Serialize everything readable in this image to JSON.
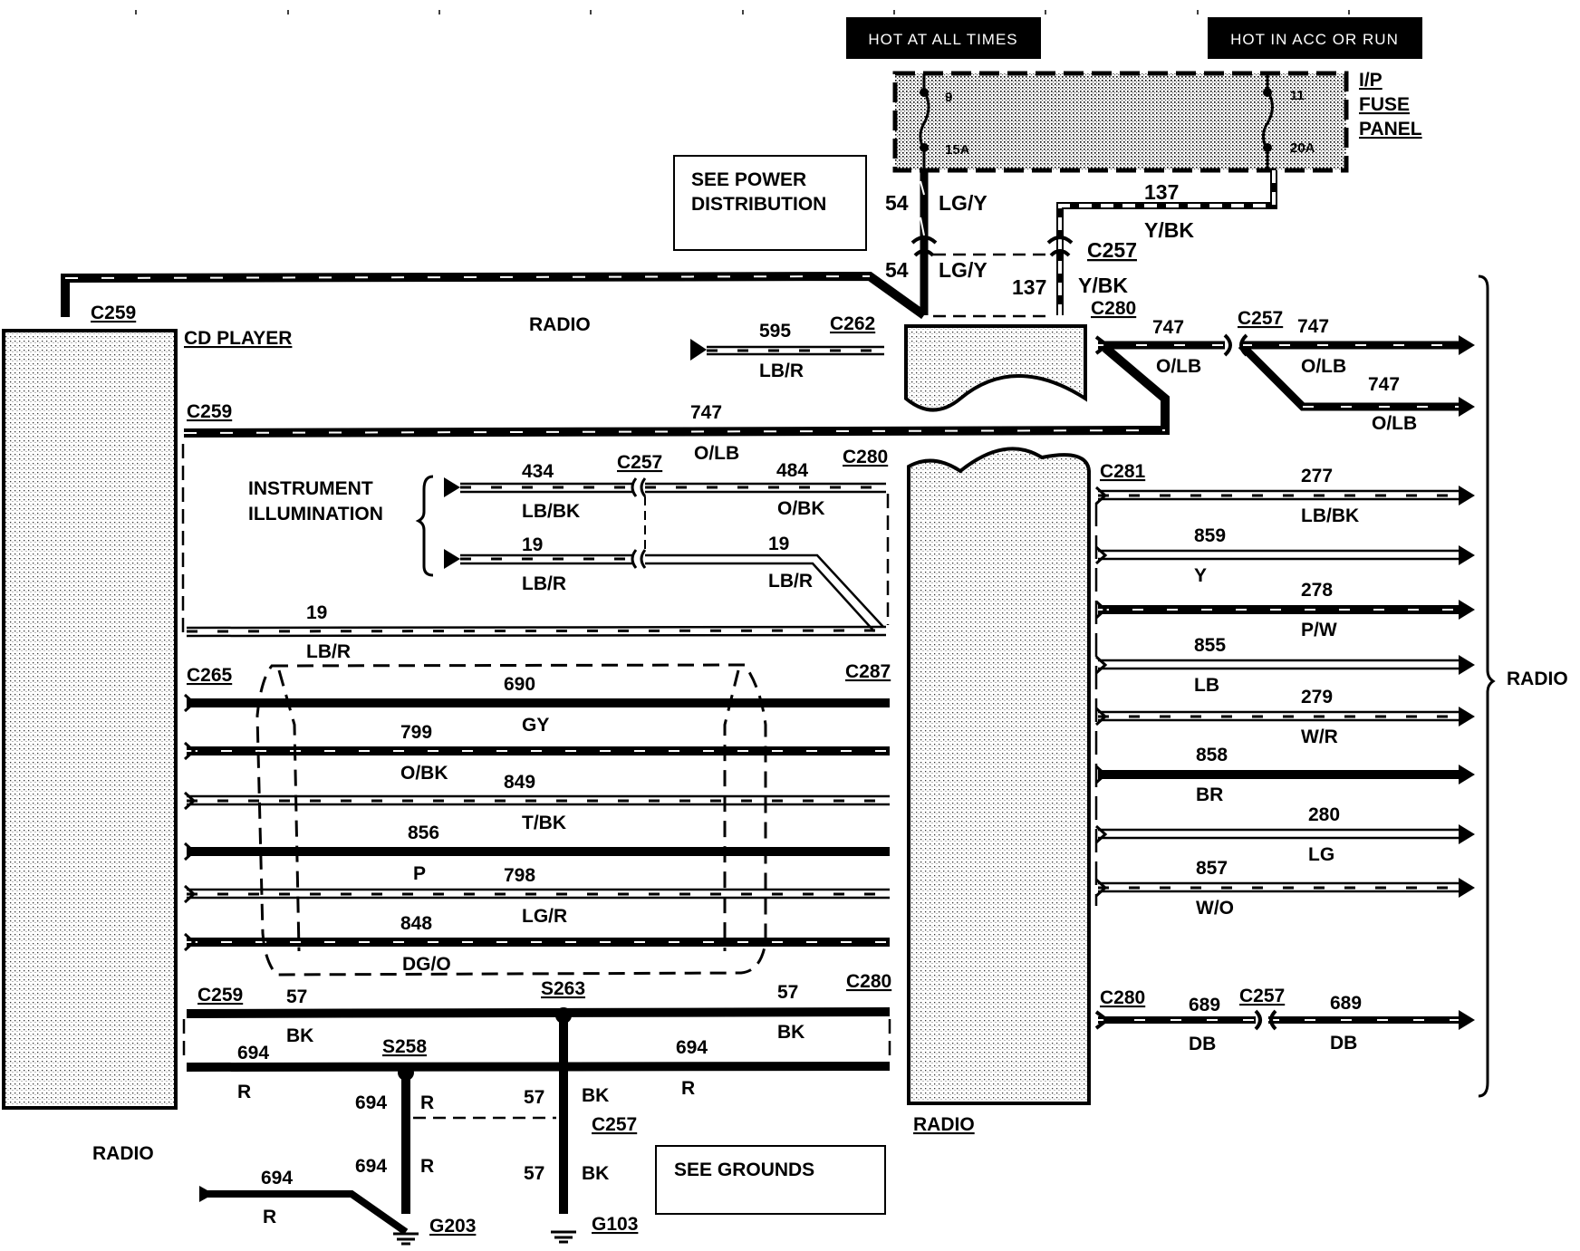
{
  "header_tags": [
    {
      "id": "hot-at-all-times",
      "label": "HOT AT ALL TIMES"
    },
    {
      "id": "hot-in-acc-or-run",
      "label": "HOT IN ACC OR RUN"
    }
  ],
  "fuse_panel": {
    "title_lines": [
      "I/P",
      "FUSE",
      "PANEL"
    ],
    "fuses": [
      {
        "number": "9",
        "rating": "15A"
      },
      {
        "number": "11",
        "rating": "20A"
      }
    ]
  },
  "notes": {
    "see_power": [
      "SEE POWER",
      "DISTRIBUTION"
    ],
    "see_grounds": "SEE GROUNDS"
  },
  "components": {
    "cd_player": "CD PLAYER",
    "radio_top": "RADIO",
    "radio_bottom_left": "RADIO",
    "radio_center": "RADIO",
    "radio_right": "RADIO",
    "instrument_illumination": [
      "INSTRUMENT",
      "ILLUMINATION"
    ]
  },
  "connectors": {
    "c259_top": "C259",
    "c259_mid": "C259",
    "c259_low": "C259",
    "c262": "C262",
    "c257_power": "C257",
    "c280_top": "C280",
    "c257_747": "C257",
    "c257_illum": "C257",
    "c280_illum": "C280",
    "c265": "C265",
    "c287": "C287",
    "c280_ground": "C280",
    "c281": "C281",
    "c280_689": "C280",
    "c257_689": "C257",
    "c257_ground": "C257",
    "s263": "S263",
    "s258": "S258",
    "g203": "G203",
    "g103": "G103"
  },
  "power_wires": {
    "w54_upper": {
      "circuit": "54",
      "color": "LG/Y"
    },
    "w54_lower": {
      "circuit": "54",
      "color": "LG/Y"
    },
    "w137_upper": {
      "circuit": "137",
      "color": "Y/BK"
    },
    "w137_lower": {
      "circuit": "137",
      "color": "Y/BK"
    }
  },
  "left_wires": {
    "w595": {
      "circuit": "595",
      "color": "LB/R"
    },
    "w747_long": {
      "circuit": "747",
      "color": "O/LB"
    },
    "w434": {
      "circuit": "434",
      "color": "LB/BK"
    },
    "w484": {
      "circuit": "484",
      "color": "O/BK"
    },
    "w19_a": {
      "circuit": "19",
      "color": "LB/R"
    },
    "w19_b": {
      "circuit": "19",
      "color": "LB/R"
    },
    "w19_c": {
      "circuit": "19",
      "color": "LB/R"
    }
  },
  "shielded_bundle": [
    {
      "circuit": "690",
      "color": "GY"
    },
    {
      "circuit": "799",
      "color": "O/BK"
    },
    {
      "circuit": "849",
      "color": "T/BK"
    },
    {
      "circuit": "856",
      "color": "P"
    },
    {
      "circuit": "798",
      "color": "LG/R"
    },
    {
      "circuit": "848",
      "color": "DG/O"
    }
  ],
  "ground_wires": {
    "w57_left": {
      "circuit": "57",
      "color": "BK"
    },
    "w57_right": {
      "circuit": "57",
      "color": "BK"
    },
    "w694_left": {
      "circuit": "694",
      "color": "R"
    },
    "w694_right": {
      "circuit": "694",
      "color": "R"
    },
    "w694_drop1": {
      "circuit": "694",
      "color": "R"
    },
    "w694_drop2": {
      "circuit": "694",
      "color": "R"
    },
    "w57_drop1": {
      "circuit": "57",
      "color": "BK"
    },
    "w57_drop2": {
      "circuit": "57",
      "color": "BK"
    },
    "w694_feed": {
      "circuit": "694",
      "color": "R"
    }
  },
  "right_747": [
    {
      "circuit": "747",
      "color": "O/LB"
    },
    {
      "circuit": "747",
      "color": "O/LB"
    },
    {
      "circuit": "747",
      "color": "O/LB"
    }
  ],
  "right_wires": [
    {
      "circuit": "277",
      "color": "LB/BK"
    },
    {
      "circuit": "859",
      "color": "Y"
    },
    {
      "circuit": "278",
      "color": "P/W"
    },
    {
      "circuit": "855",
      "color": "LB"
    },
    {
      "circuit": "279",
      "color": "W/R"
    },
    {
      "circuit": "858",
      "color": "BR"
    },
    {
      "circuit": "280",
      "color": "LG"
    },
    {
      "circuit": "857",
      "color": "W/O"
    }
  ],
  "right_689": [
    {
      "circuit": "689",
      "color": "DB"
    },
    {
      "circuit": "689",
      "color": "DB"
    }
  ]
}
